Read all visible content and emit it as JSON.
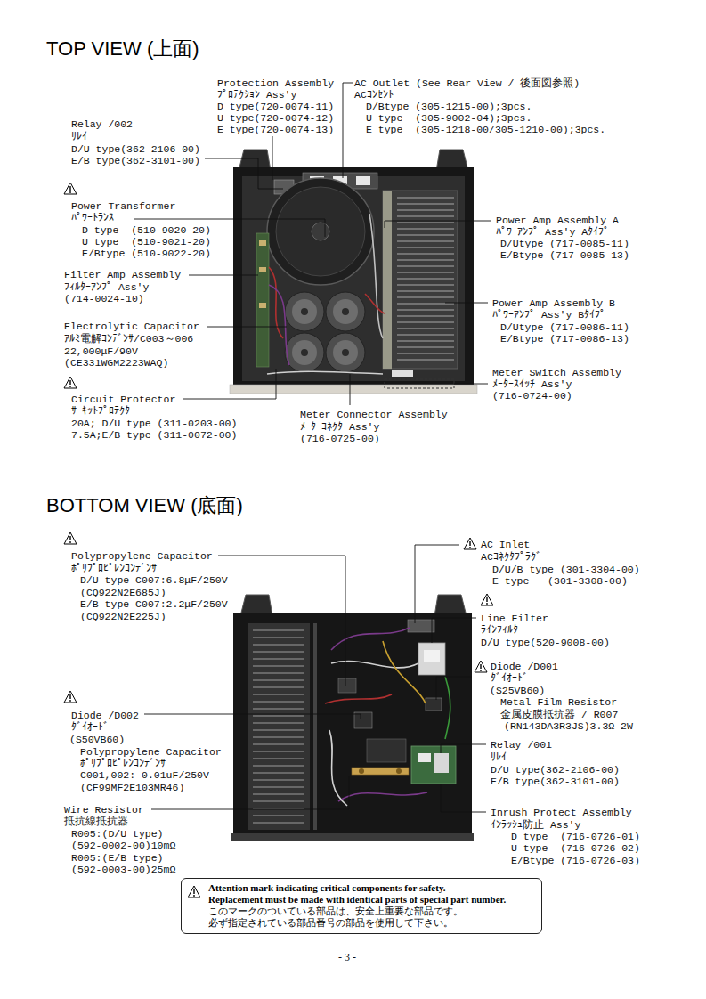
{
  "diagram": {
    "nodes": [
      {
        "text": [
          "Attention mark indicating critical components for safety.",
          "Replacement must be made with identical parts of special part number.",
          "このマークのついている部品は、安全上重要な部品です。",
          "必ず指定されている部品番号の部品を使用して下さい。"
        ]
      }
    ],
    "labels": [
      "TOP VIEW (上面)",
      "Protection Assembly",
      "ﾌﾟﾛﾃｸｼｮﾝ Ass'y",
      "D type(720-0074-11)",
      "U type(720-0074-12)",
      "E type(720-0074-13)",
      "AC Outlet (See Rear View / 後面図参照)",
      "ACｺﾝｾﾝﾄ",
      "D/Btype (305-1215-00);3pcs.",
      "U type  (305-9002-04);3pcs.",
      "E type  (305-1218-00/305-1210-00);3pcs.",
      "Relay /002",
      "ﾘﾚｲ",
      "D/U type(362-2106-00)",
      "E/B type(362-3101-00)",
      "Power Transformer",
      "ﾊﾟﾜｰﾄﾗﾝｽ",
      "D type  (510-9020-20)",
      "U type  (510-9021-20)",
      "E/Btype (510-9022-20)",
      "Filter Amp Assembly",
      "ﾌｨﾙﾀｰｱﾝﾌﾟ Ass'y",
      "(714-0024-10)",
      "Electrolytic Capacitor",
      "ｱﾙﾐ電解ｺﾝﾃﾞﾝｻ/C003～006",
      "22,000μF/90V",
      "(CE331WGM2223WAQ)",
      "Circuit Protector",
      "ｻｰｷｯﾄﾌﾟﾛﾃｸﾀ",
      "20A; D/U type (311-0203-00)",
      "7.5A;E/B type (311-0072-00)",
      "Meter Connector Assembly",
      "ﾒｰﾀｰｺﾈｸﾀ Ass'y",
      "(716-0725-00)",
      "Power Amp Assembly A",
      "ﾊﾟﾜｰｱﾝﾌﾟ Ass'y Aﾀｲﾌﾟ",
      "D/Utype (717-0085-11)",
      "E/Btype (717-0085-13)",
      "Power Amp Assembly B",
      "ﾊﾟﾜｰｱﾝﾌﾟ Ass'y Bﾀｲﾌﾟ",
      "D/Utype (717-0086-11)",
      "E/Btype (717-0086-13)",
      "Meter Switch Assembly",
      "ﾒｰﾀｰｽｲｯﾁ Ass'y",
      "(716-0724-00)",
      "BOTTOM VIEW (底面)",
      "Polypropylene Capacitor",
      "ﾎﾟﾘﾌﾟﾛﾋﾟﾚﾝｺﾝﾃﾞﾝｻ",
      "D/U type C007:6.8μF/250V",
      "(CQ922N2E685J)",
      "E/B type C007:2.2μF/250V",
      "(CQ922N2E225J)",
      "Diode /D002",
      "ﾀﾞｲｵｰﾄﾞ",
      "(S50VB60)",
      "Polypropylene Capacitor",
      "ﾎﾟﾘﾌﾟﾛﾋﾟﾚﾝｺﾝﾃﾞﾝｻ",
      "C001,002: 0.01uF/250V",
      "(CF99MF2E103MR46)",
      "Wire Resistor",
      "抵抗線抵抗器",
      "R005:(D/U type)",
      "(592-0002-00)10mΩ",
      "R005:(E/B type)",
      "(592-0003-00)25mΩ",
      "AC Inlet",
      "ACｺﾈｸﾀﾌﾟﾗｸﾞ",
      "D/U/B type (301-3304-00)",
      "E type   (301-3308-00)",
      "Line Filter",
      "ﾗｲﾝﾌｨﾙﾀ",
      "D/U type(520-9008-00)",
      "Diode /D001",
      "ﾀﾞｲｵｰﾄﾞ",
      "(S25VB60)",
      "Metal Film Resistor",
      "金属皮膜抵抗器 / R007",
      "(RN143DA3R3JS)3.3Ω 2W",
      "Relay /001",
      "ﾘﾚｲ",
      "D/U type(362-2106-00)",
      "E/B type(362-3101-00)",
      "Inrush Protect Assembly",
      "ｲﾝﾗｯｼｭ防止 Ass'y",
      "D type  (716-0726-01)",
      "U type  (716-0726-02)",
      "E/Btype (716-0726-03)",
      "- 3 -"
    ]
  }
}
